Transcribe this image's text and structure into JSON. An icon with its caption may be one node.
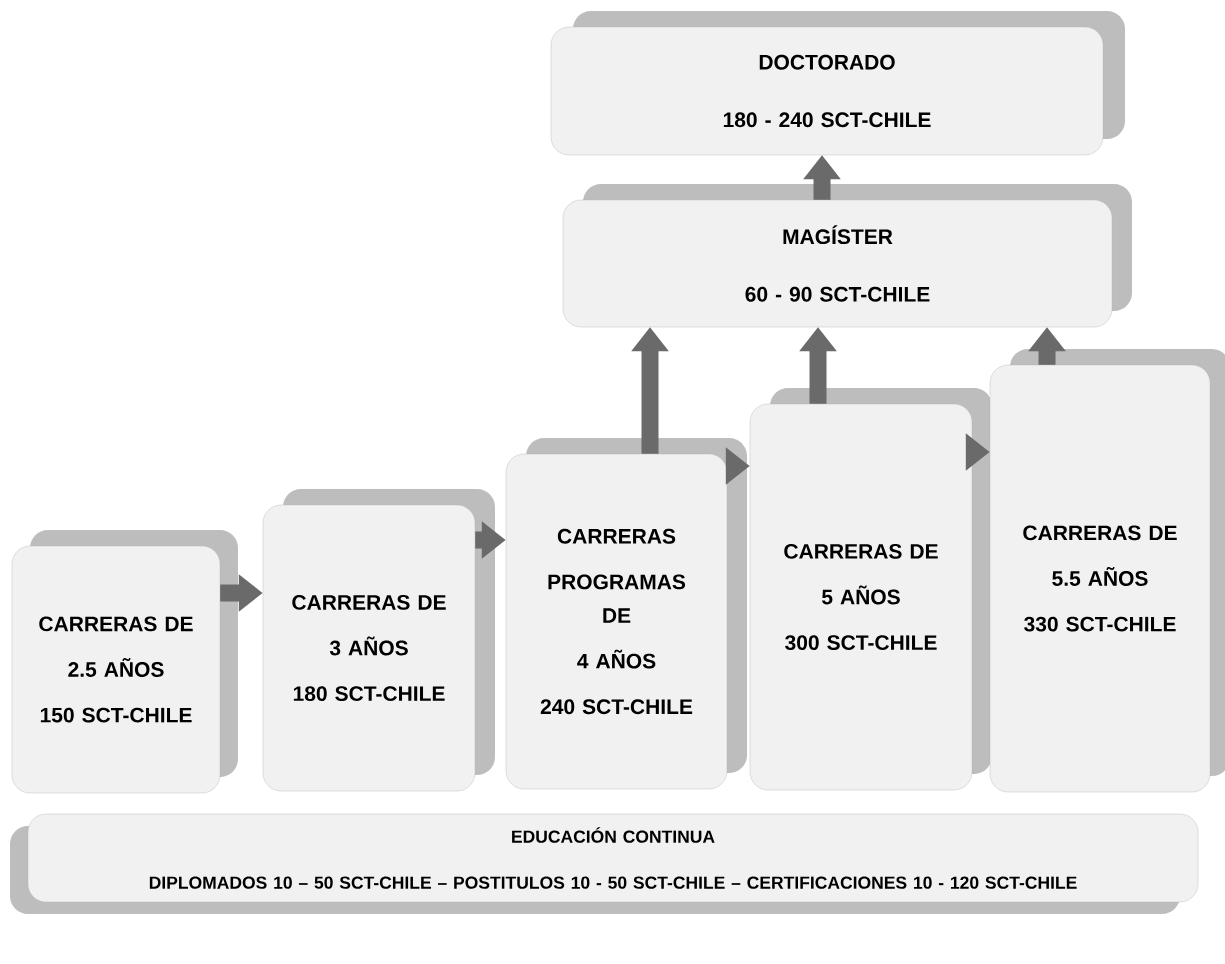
{
  "diagram": {
    "nodes": [
      {
        "text": [
          "DOCTORADO",
          "180 - 240 SCT-CHILE"
        ]
      },
      {
        "text": [
          "MAGÍSTER",
          "60 - 90 SCT-CHILE"
        ]
      },
      {
        "text": [
          "CARRERAS DE",
          "2.5 AÑOS",
          "150 SCT-CHILE"
        ]
      },
      {
        "text": [
          "CARRERAS DE",
          "3 AÑOS",
          "180 SCT-CHILE"
        ]
      },
      {
        "text": [
          "CARRERAS",
          "PROGRAMAS DE",
          "4 AÑOS",
          "240 SCT-CHILE"
        ]
      },
      {
        "text": [
          "CARRERAS DE",
          "5 AÑOS",
          "300 SCT-CHILE"
        ]
      },
      {
        "text": [
          "CARRERAS DE",
          "5.5 AÑOS",
          "330 SCT-CHILE"
        ]
      },
      {
        "text": [
          "EDUCACIÓN CONTINUA",
          "DIPLOMADOS 10 – 50 SCT-CHILE – POSTITULOS 10 - 50 SCT-CHILE – CERTIFICACIONES 10 - 120 SCT-CHILE"
        ]
      }
    ],
    "edges": [
      {
        "from": 2,
        "to": 3,
        "arrow": "to"
      },
      {
        "from": 3,
        "to": 4,
        "arrow": "to"
      },
      {
        "from": 4,
        "to": 5,
        "arrow": "to"
      },
      {
        "from": 5,
        "to": 6,
        "arrow": "to"
      },
      {
        "from": 4,
        "to": 1,
        "arrow": "to"
      },
      {
        "from": 5,
        "to": 1,
        "arrow": "to"
      },
      {
        "from": 6,
        "to": 1,
        "arrow": "to"
      },
      {
        "from": 1,
        "to": 0,
        "arrow": "to"
      }
    ]
  }
}
